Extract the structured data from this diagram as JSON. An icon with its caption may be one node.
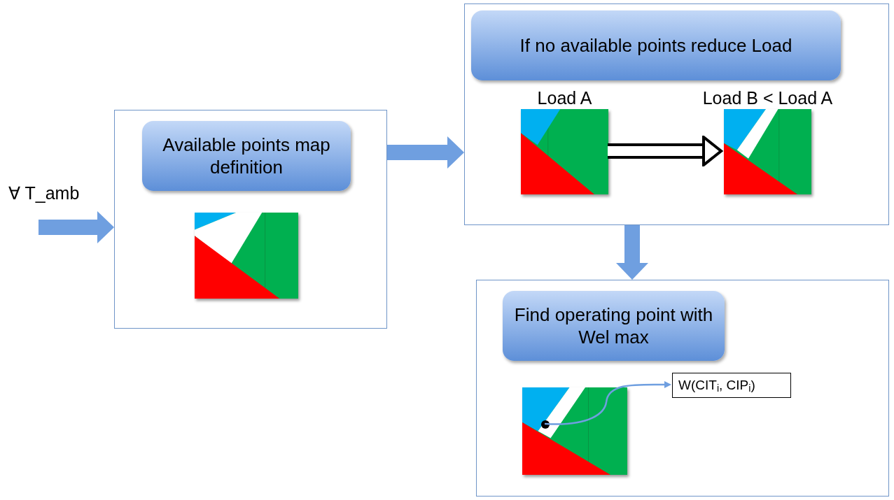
{
  "diagram": {
    "nodes": [
      {
        "text": [],
        "shape": "box"
      },
      {
        "text": [
          "Available points map definition"
        ],
        "in": 0
      },
      {
        "text": [],
        "shape": "picture",
        "in": 0
      },
      {
        "text": [],
        "shape": "box"
      },
      {
        "text": [
          "If no available points reduce Load"
        ],
        "in": 3
      },
      {
        "text": [],
        "shape": "picture",
        "in": 3,
        "beside": [
          "Load A"
        ]
      },
      {
        "text": [],
        "shape": "picture",
        "in": 3,
        "beside": [
          "Load B < Load A"
        ]
      },
      {
        "text": [],
        "shape": "box"
      },
      {
        "text": [
          "Find operating point with Wel max"
        ],
        "in": 7
      },
      {
        "text": [],
        "shape": "picture",
        "in": 7
      },
      {
        "text": [],
        "shape": "circle",
        "in": 9
      },
      {
        "text": [
          "W(CIT$_{i}$, CIP$_{i}$)"
        ],
        "in": 7
      }
    ],
    "edges": [
      {
        "from": null,
        "to": 0,
        "arrow": "to"
      },
      {
        "from": 0,
        "to": 3,
        "arrow": "to"
      },
      {
        "from": 5,
        "to": 6,
        "arrow": "to",
        "color": "#000000"
      },
      {
        "from": 3,
        "to": 7,
        "arrow": "to"
      },
      {
        "from": 10,
        "to": 11,
        "arrow": "to"
      }
    ],
    "labels": [
      "∀ T_amb"
    ]
  }
}
